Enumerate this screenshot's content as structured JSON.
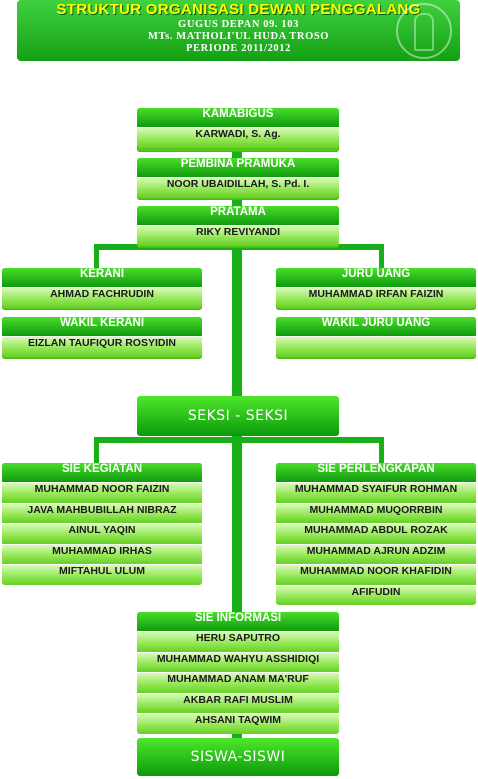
{
  "header": {
    "title": "STRUKTUR ORGANISASI DEWAN PENGGALANG",
    "line1": "GUGUS DEPAN 09. 103",
    "line2": "MTs. MATHOLI'UL HUDA TROSO",
    "line3": "PERIODE 2011/2012"
  },
  "kamabigus": {
    "title": "KAMABIGUS",
    "name": "KARWADI, S. Ag."
  },
  "pembina": {
    "title": "PEMBINA PRAMUKA",
    "name": "NOOR UBAIDILLAH, S. Pd. I."
  },
  "pratama": {
    "title": "PRATAMA",
    "name": "RIKY REVIYANDI"
  },
  "kerani": {
    "title": "KERANI",
    "name": "AHMAD FACHRUDIN"
  },
  "wakil_kerani": {
    "title": "WAKIL KERANI",
    "name": "EIZLAN TAUFIQUR ROSYIDIN"
  },
  "juru_uang": {
    "title": "JURU UANG",
    "name": "MUHAMMAD IRFAN FAIZIN"
  },
  "wakil_juru_uang": {
    "title": "WAKIL JURU UANG",
    "name": ""
  },
  "seksi": {
    "title": "SEKSI - SEKSI"
  },
  "sie_kegiatan": {
    "title": "SIE KEGIATAN",
    "members": [
      "MUHAMMAD NOOR FAIZIN",
      "JAVA MAHBUBILLAH NIBRAZ",
      "AINUL YAQIN",
      "MUHAMMAD IRHAS",
      "MIFTAHUL ULUM"
    ]
  },
  "sie_perlengkapan": {
    "title": "SIE PERLENGKAPAN",
    "members": [
      "MUHAMMAD SYAIFUR ROHMAN",
      "MUHAMMAD MUQORRBIN",
      "MUHAMMAD ABDUL ROZAK",
      "MUHAMMAD AJRUN ADZIM",
      "MUHAMMAD NOOR KHAFIDIN",
      "AFIFUDIN"
    ]
  },
  "sie_informasi": {
    "title": "SIE INFORMASI",
    "members": [
      "HERU SAPUTRO",
      "MUHAMMAD WAHYU ASSHIDIQI",
      "MUHAMMAD ANAM MA'RUF",
      "AKBAR RAFI MUSLIM",
      "AHSANI TAQWIM"
    ]
  },
  "siswa": {
    "title": "SISWA-SISWI"
  },
  "colors": {
    "banner": "#14a014",
    "title_text": "#ffff00",
    "box": "#6fdc2a",
    "line": "#18b018"
  }
}
